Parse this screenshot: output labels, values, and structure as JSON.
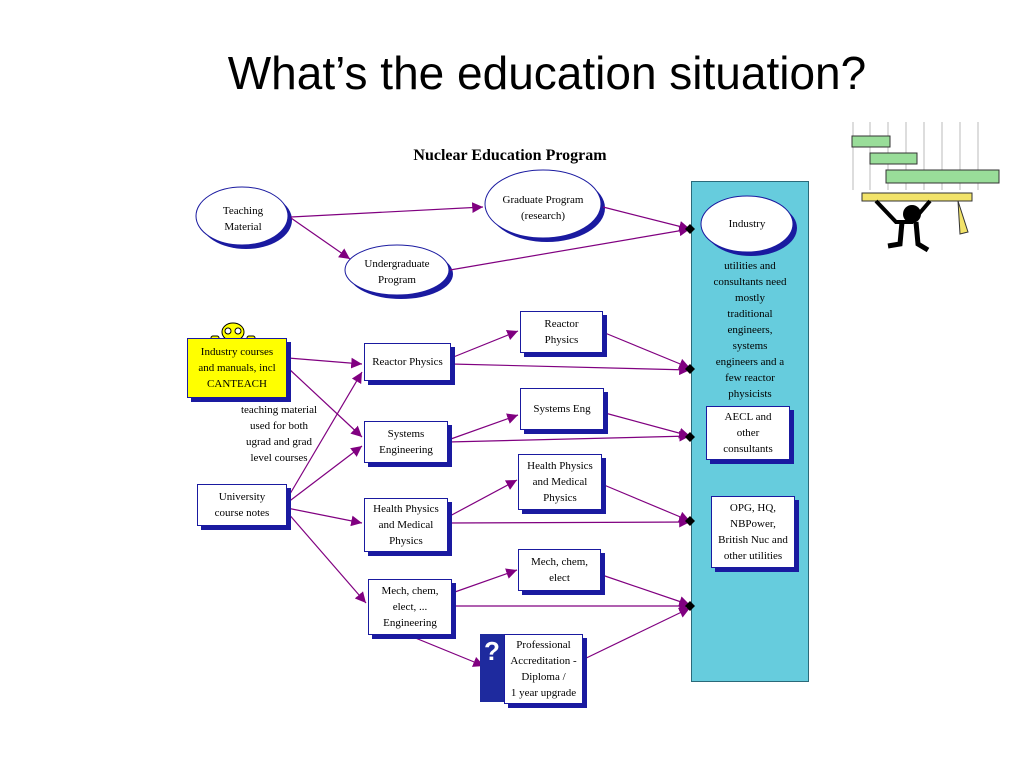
{
  "slide": {
    "title": "What’s the education situation?"
  },
  "diagram": {
    "title": "Nuclear Education Program",
    "clouds": {
      "teaching_material": "Teaching\nMaterial",
      "graduate": "Graduate Program\n(research)",
      "undergraduate": "Undergraduate\nProgram",
      "industry": "Industry"
    },
    "sources": {
      "industry_courses": "Industry courses\nand manuals, incl\nCANTEACH",
      "teaching_note": "teaching material\nused for both\nugrad and grad\nlevel courses",
      "university_notes": "University\ncourse notes"
    },
    "programs": {
      "reactor_physics": "Reactor Physics",
      "systems_engineering": "Systems\nEngineering",
      "health_physics": "Health Physics\nand Medical\nPhysics",
      "mech_chem": "Mech, chem,\nelect, ...\nEngineering"
    },
    "specialties": {
      "reactor": "Reactor\nPhysics",
      "systems": "Systems Eng",
      "health": "Health Physics\nand Medical\nPhysics",
      "mech": "Mech, chem,\nelect"
    },
    "accreditation": {
      "mark": "?",
      "text": "Professional\nAccreditation -\nDiploma /\n1 year upgrade"
    },
    "industry_panel": {
      "description": "utilities and\nconsultants need\nmostly\ntraditional\nengineers,\nsystems\nengineers and a\nfew reactor\nphysicists",
      "aecl": "AECL  and\nother\nconsultants",
      "utilities": "OPG, HQ,\nNBPower,\nBritish Nuc and\nother utilities"
    },
    "colors": {
      "arrow": "#800080",
      "box_border": "#1a1aa0",
      "panel": "#66ccdd",
      "highlight": "#ffff00",
      "bars": "#99dd99"
    }
  }
}
